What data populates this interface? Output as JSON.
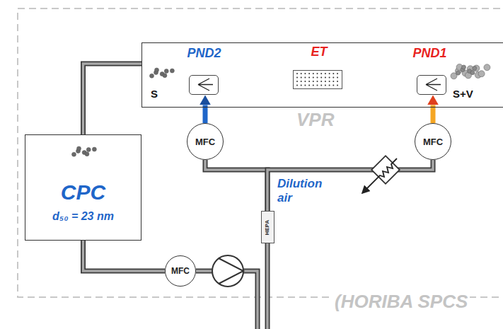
{
  "diagram": {
    "nodes": [
      {
        "text": [
          "VPR"
        ]
      },
      {
        "text": [
          "PND2"
        ],
        "in": 0
      },
      {
        "text": [
          "ET"
        ],
        "in": 0
      },
      {
        "text": [
          "PND1"
        ],
        "in": 0
      },
      {
        "text": [
          "CPC",
          "d₅₀ = 23 nm"
        ]
      },
      {
        "text": [
          "MFC"
        ]
      },
      {
        "text": [
          "MFC"
        ]
      },
      {
        "text": [
          "MFC"
        ]
      },
      {
        "text": [
          "HEPA"
        ]
      }
    ],
    "edges": [
      {
        "from": 0,
        "to": 4,
        "arrow": "none"
      },
      {
        "from": 4,
        "to": 7,
        "arrow": "none"
      },
      {
        "from": 8,
        "to": 5,
        "arrow": "none"
      },
      {
        "from": 8,
        "to": 6,
        "arrow": "none"
      },
      {
        "from": 5,
        "to": 1,
        "arrow": "to"
      },
      {
        "from": 6,
        "to": 3,
        "arrow": "to"
      }
    ],
    "labels": [
      "S",
      "S+V",
      "Dilution air",
      "(HORIBA SPCS"
    ]
  }
}
